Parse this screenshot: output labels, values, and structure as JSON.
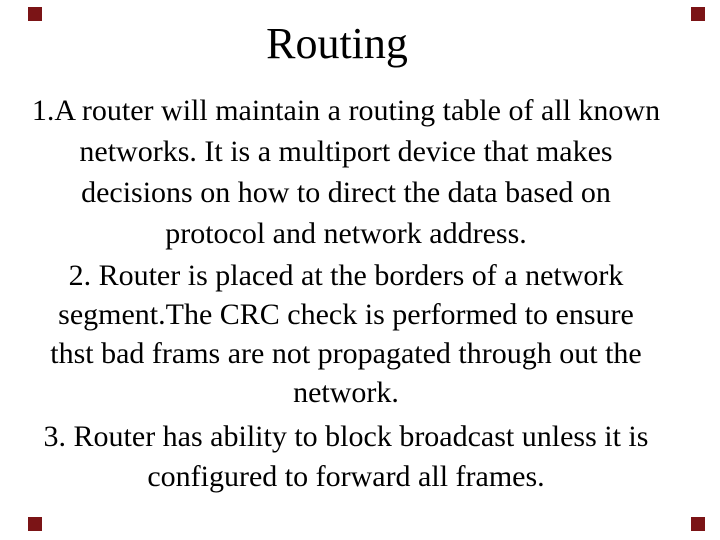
{
  "slide": {
    "title": "Routing",
    "items": [
      {
        "number": "1",
        "lines": [
          "1.A router will maintain a routing table of all known",
          "networks. It is a multiport device that makes",
          "decisions on how to direct the data based on",
          "protocol and network address."
        ]
      },
      {
        "number": "2",
        "lines": [
          "2. Router is placed at the borders of a network",
          "segment.The CRC check is performed to ensure",
          "thst bad frams are not propagated through out the",
          "network."
        ]
      },
      {
        "number": "3",
        "lines": [
          "3. Router has ability to block broadcast unless it is",
          "configured to forward all frames."
        ]
      }
    ],
    "colors": {
      "background": "#ffffff",
      "text": "#000000",
      "corner_marker": "#7b1416"
    }
  }
}
